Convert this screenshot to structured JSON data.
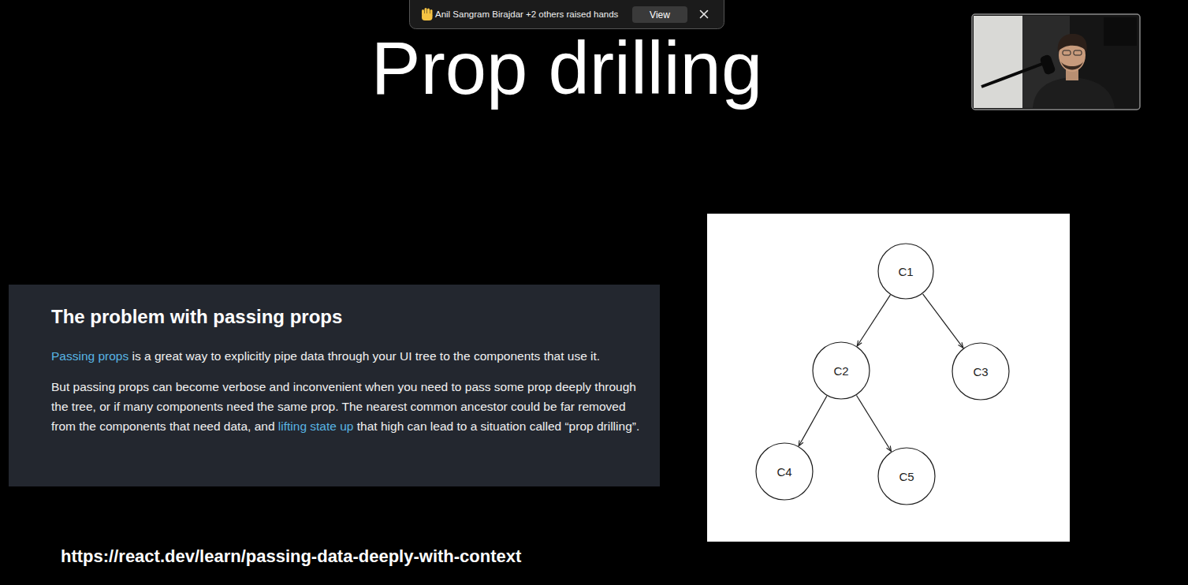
{
  "diagram": {
    "title": "Prop drilling",
    "nodes": [
      {
        "text": [
          "Anil Sangram Birajdar +2 others raised hands"
        ]
      },
      {
        "text": [
          "View"
        ],
        "in": 0
      },
      {
        "text": [
          "The problem with passing props",
          "Passing props",
          "is a great way to explicitly pipe data through your UI tree to the components that use it.",
          "But passing props can become verbose and inconvenient when you need to pass some prop deeply through the tree, or if many components need the same prop. The nearest common ancestor could be far removed from the components that need data, and",
          "lifting state up",
          "that high can lead to a situation called “prop drilling”."
        ]
      },
      {
        "text": [
          "C1"
        ]
      },
      {
        "text": [
          "C2"
        ]
      },
      {
        "text": [
          "C3"
        ]
      },
      {
        "text": [
          "C4"
        ]
      },
      {
        "text": [
          "C5"
        ]
      }
    ],
    "edges": [
      {
        "from": 3,
        "to": 4,
        "arrow": "to"
      },
      {
        "from": 3,
        "to": 5,
        "arrow": "to"
      },
      {
        "from": 4,
        "to": 6,
        "arrow": "to"
      },
      {
        "from": 4,
        "to": 7,
        "arrow": "to"
      }
    ],
    "labels": [
      "https://react.dev/learn/passing-data-deeply-with-context"
    ]
  }
}
